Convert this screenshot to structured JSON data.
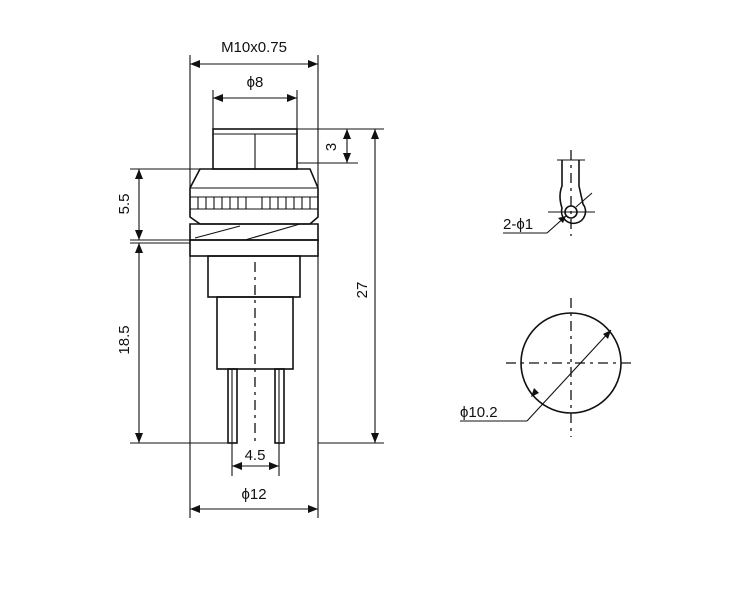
{
  "dimensions": {
    "thread": "M10x0.75",
    "cap_diameter": "ϕ8",
    "cap_height": "3",
    "nut_height": "5.5",
    "body_height": "18.5",
    "total_height": "27",
    "pin_pitch": "4.5",
    "base_diameter": "ϕ12",
    "pin_hole": "2-ϕ1",
    "panel_hole": "ϕ10.2"
  }
}
